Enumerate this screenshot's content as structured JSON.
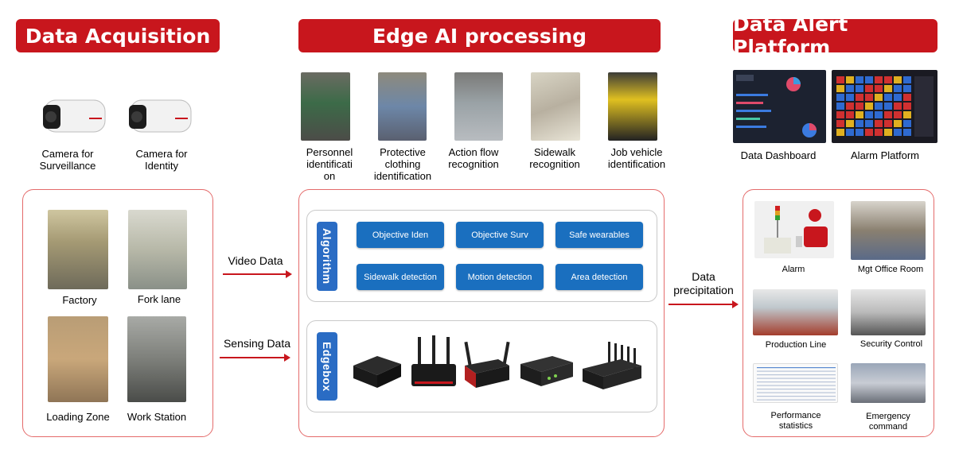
{
  "banners": {
    "acquisition": "Data Acquisition",
    "edge": "Edge AI processing",
    "alert": "Data Alert Platform"
  },
  "cameras": [
    {
      "label": "Camera for\nSurveillance"
    },
    {
      "label": "Camera for\nIdentity"
    }
  ],
  "sites": [
    "Factory",
    "Fork lane",
    "Loading Zone",
    "Work Station"
  ],
  "recognition": [
    "Personnel identificati on",
    "Protective clothing identification",
    "Action flow recognition",
    "Sidewalk recognition",
    "Job vehicle identification"
  ],
  "algorithm": {
    "label": "Algorithm",
    "items": [
      "Objective Iden",
      "Objective Surv",
      "Safe wearables",
      "Sidewalk detection",
      "Motion detection",
      "Area detection"
    ]
  },
  "edgebox": {
    "label": "Edgebox"
  },
  "flows": {
    "video": "Video Data",
    "sensing": "Sensing Data",
    "precip": "Data precipitation"
  },
  "platform_screens": [
    "Data Dashboard",
    "Alarm Platform"
  ],
  "outputs": [
    "Alarm",
    "Mgt Office Room",
    "Production Line",
    "Security Control",
    "Performance statistics",
    "Emergency command"
  ],
  "colors": {
    "accent_red": "#c8161d",
    "algo_blue": "#1a6fbf",
    "bar_blue": "#2a6cc4"
  }
}
